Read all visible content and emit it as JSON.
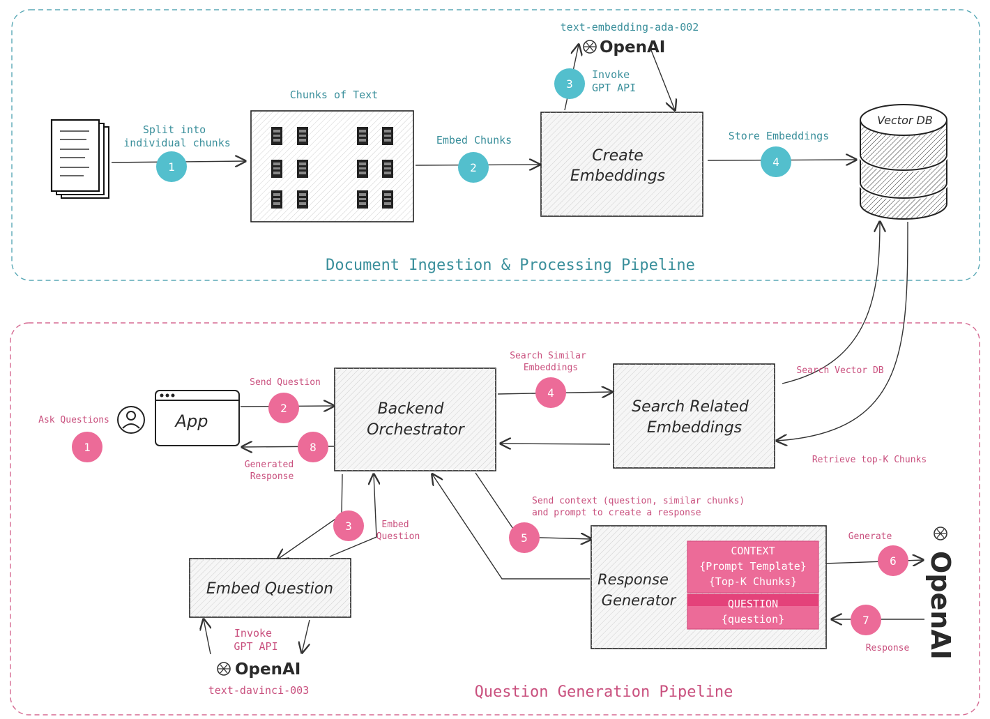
{
  "top_pipeline": {
    "title": "Document Ingestion & Processing Pipeline",
    "chunks_label": "Chunks of Text",
    "split_label_1": "Split into",
    "split_label_2": "individual chunks",
    "embed_chunks_label": "Embed Chunks",
    "model_label": "text-embedding-ada-002",
    "openai_label": "OpenAI",
    "invoke_label_1": "Invoke",
    "invoke_label_2": "GPT API",
    "create_embeddings_1": "Create",
    "create_embeddings_2": "Embeddings",
    "store_label": "Store Embeddings",
    "vector_db_label": "Vector DB",
    "badges": [
      "1",
      "2",
      "3",
      "4"
    ]
  },
  "bottom_pipeline": {
    "title": "Question Generation Pipeline",
    "ask_label": "Ask Questions",
    "app_label": "App",
    "send_question_label": "Send Question",
    "generated_response_1": "Generated",
    "generated_response_2": "Response",
    "backend_1": "Backend",
    "backend_2": "Orchestrator",
    "search_similar_1": "Search Similar",
    "search_similar_2": "Embeddings",
    "search_related_1": "Search Related",
    "search_related_2": "Embeddings",
    "search_vector_label": "Search Vector DB",
    "retrieve_label": "Retrieve top-K Chunks",
    "send_context_1": "Send context (question, similar chunks)",
    "send_context_2": "and prompt to create a response",
    "embed_question_side_1": "Embed",
    "embed_question_side_2": "Question",
    "embed_question_box": "Embed Question",
    "invoke_label_1": "Invoke",
    "invoke_label_2": "GPT API",
    "openai_label": "OpenAI",
    "model_label": "text-davinci-003",
    "response_generator_1": "Response",
    "response_generator_2": "Generator",
    "context_1": "CONTEXT",
    "context_2": "{Prompt Template}",
    "context_3": "{Top-K Chunks}",
    "question_1": "QUESTION",
    "question_2": "{question}",
    "generate_label": "Generate",
    "response_label": "Response",
    "openai_vertical": "OpenAI",
    "badges": [
      "1",
      "2",
      "3",
      "4",
      "5",
      "6",
      "7",
      "8"
    ]
  },
  "colors": {
    "teal_accent": "#53bfcd",
    "pink_accent": "#ec6b98",
    "teal_text": "#3a8f9b",
    "pink_text": "#c9507e"
  },
  "icons": [
    "document-stack-icon",
    "chunk-icon",
    "openai-logo-icon",
    "database-icon",
    "user-icon",
    "browser-window-icon"
  ]
}
